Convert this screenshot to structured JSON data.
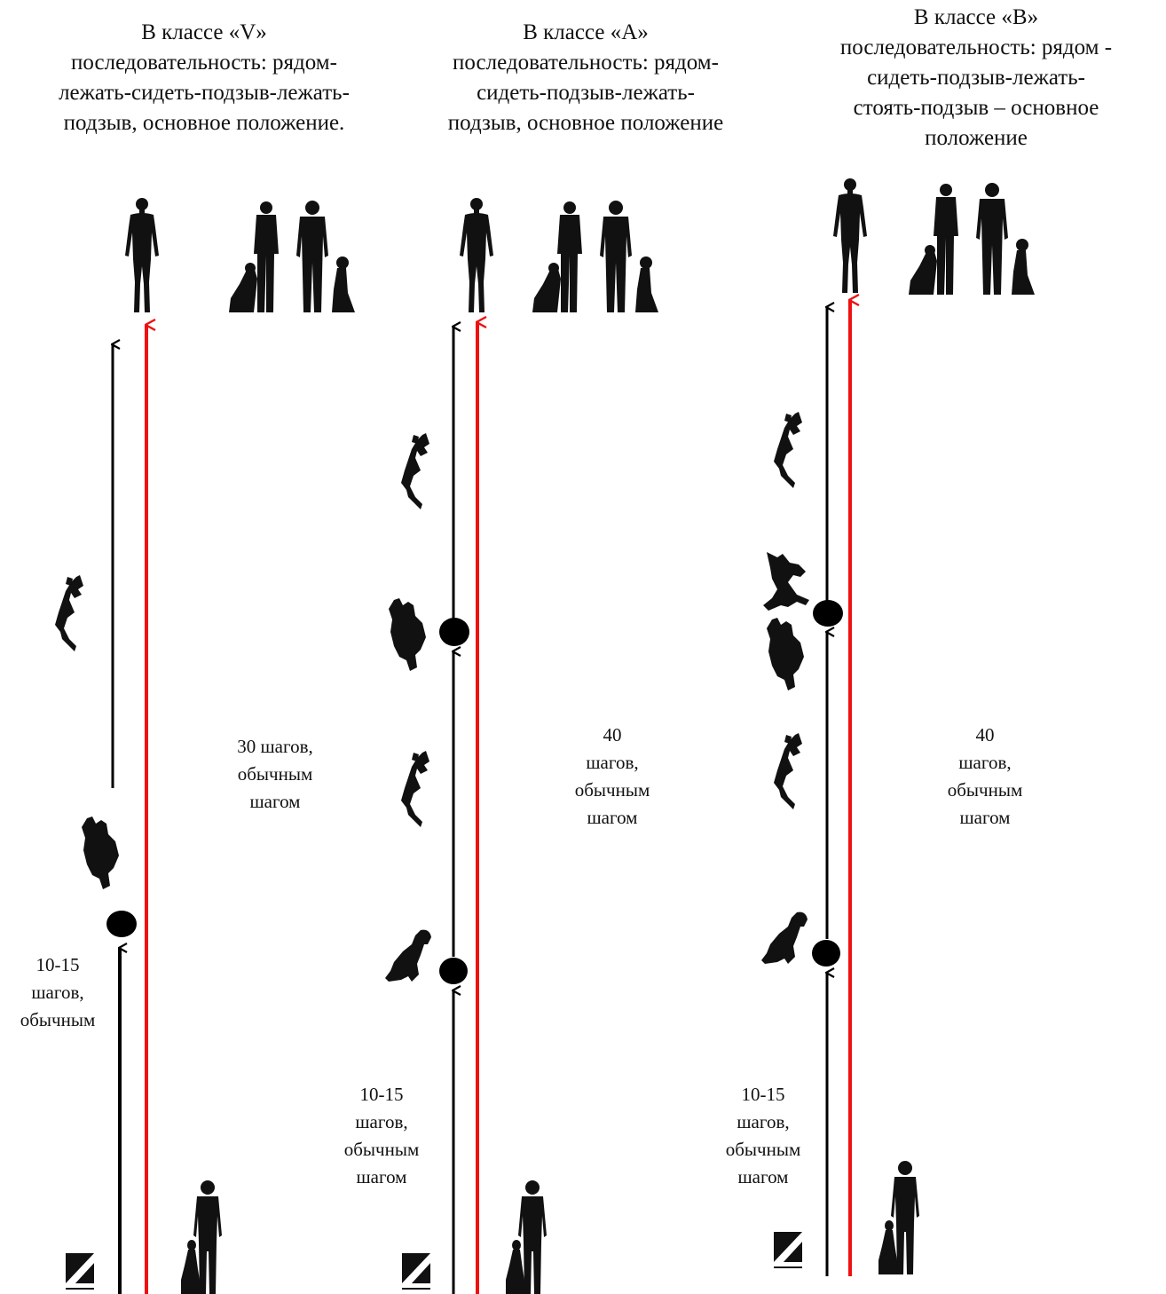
{
  "colors": {
    "handler_path": "#000000",
    "dog_path": "#ee1111",
    "silhouette": "#111111"
  },
  "icons": {
    "figure": "person-standing-icon",
    "handler_with_dog": "handler-with-dog-icon",
    "dog_jumping": "dog-running-icon",
    "dog_lying": "dog-lying-icon",
    "dog_sitting": "dog-sitting-icon",
    "dog_standing": "dog-standing-icon",
    "start_marker": "start-flag-icon",
    "stop_point": "stop-point-icon"
  },
  "columns": [
    {
      "id": "class-v",
      "heading": [
        "В классе «V»",
        "последовательность: рядом-",
        "лежать-сидеть-подзыв-лежать-",
        "подзыв, основное положение."
      ],
      "long_label": [
        "30 шагов,",
        "обычным",
        "шагом"
      ],
      "short_label": [
        "10-15",
        "шагов,",
        "обычным"
      ]
    },
    {
      "id": "class-a",
      "heading": [
        "В классе «А»",
        "последовательность: рядом-",
        "сидеть-подзыв-лежать-",
        "подзыв, основное положение"
      ],
      "long_label": [
        "40",
        "шагов,",
        "обычным",
        "шагом"
      ],
      "short_label": [
        "10-15",
        "шагов,",
        "обычным",
        "шагом"
      ]
    },
    {
      "id": "class-b",
      "heading": [
        "В классе «В»",
        "последовательность: рядом -",
        "сидеть-подзыв-лежать-",
        "стоять-подзыв – основное",
        "положение"
      ],
      "long_label": [
        "40",
        "шагов,",
        "обычным",
        "шагом"
      ],
      "short_label": [
        "10-15",
        "шагов,",
        "обычным",
        "шагом"
      ]
    }
  ]
}
